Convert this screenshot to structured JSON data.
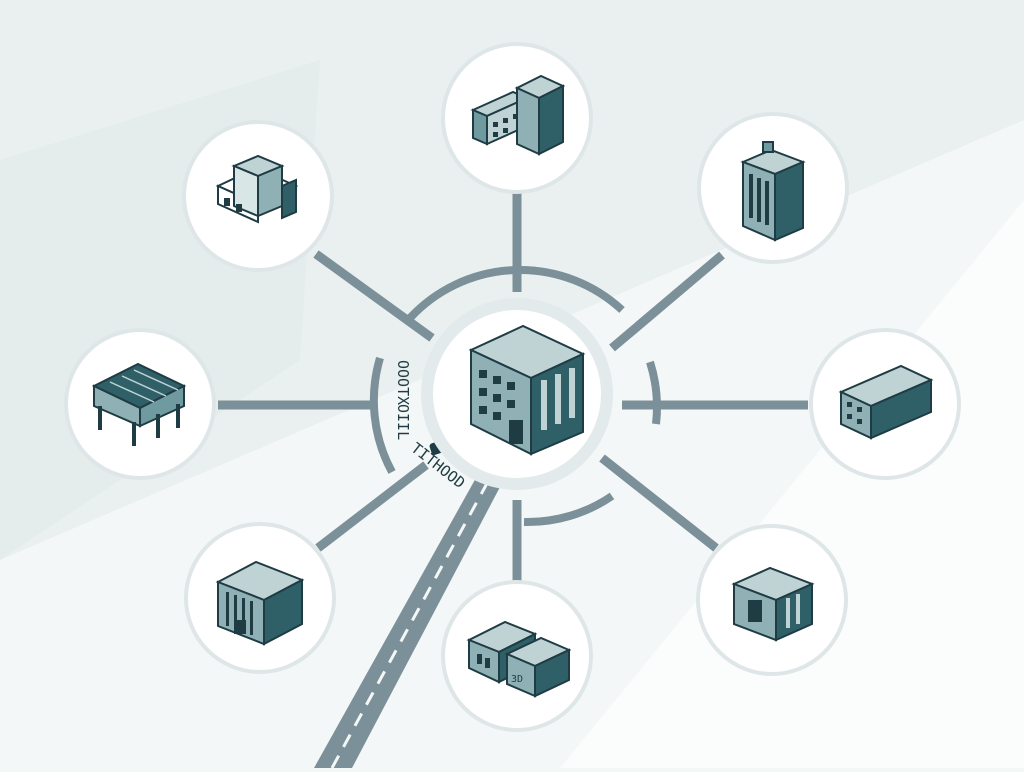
{
  "diagram": {
    "colors": {
      "background": "#f4f7f7",
      "connector": "#7b9098",
      "node_fill": "#ffffff",
      "node_ring": "#dfe6e8",
      "hub_ring": "#e3eaeb",
      "building_dark": "#2f6068",
      "building_mid": "#6f9aa0",
      "building_light": "#bfd3d4",
      "outline": "#1f3c44"
    },
    "hub": {
      "name": "central-building",
      "icon": "office-tower-icon"
    },
    "nodes": [
      {
        "name": "node-north",
        "icon": "office-block-icon"
      },
      {
        "name": "node-northeast",
        "icon": "tall-tower-icon"
      },
      {
        "name": "node-east",
        "icon": "low-office-icon"
      },
      {
        "name": "node-southeast",
        "icon": "warehouse-icon"
      },
      {
        "name": "node-south",
        "icon": "data-center-icon"
      },
      {
        "name": "node-southwest",
        "icon": "square-building-icon"
      },
      {
        "name": "node-west",
        "icon": "pavilion-icon"
      },
      {
        "name": "node-northwest",
        "icon": "factory-icon"
      }
    ],
    "annotations": {
      "arc_text_1": "OOOTX",
      "arc_text_2": "OIIL",
      "arc_text_3": "TITHOOD",
      "south_node_label": "3D"
    }
  }
}
